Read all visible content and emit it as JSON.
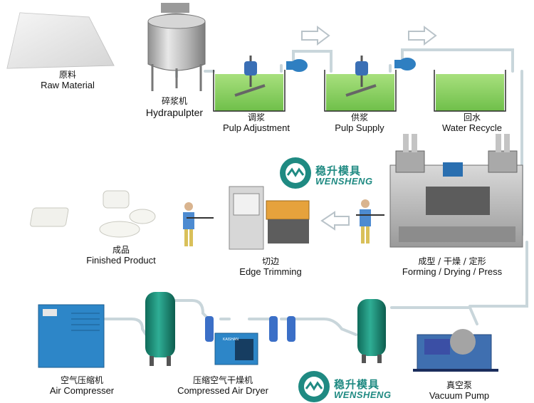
{
  "stages": {
    "raw_material": {
      "zh": "原料",
      "en": "Raw Material"
    },
    "hydrapulpter": {
      "zh": "碎浆机",
      "en": "Hydrapulpter"
    },
    "pulp_adjustment": {
      "zh": "调浆",
      "en": "Pulp Adjustment"
    },
    "pulp_supply": {
      "zh": "供浆",
      "en": "Pulp Supply"
    },
    "water_recycle": {
      "zh": "回水",
      "en": "Water Recycle"
    },
    "finished_product": {
      "zh": "成品",
      "en": "Finished Product"
    },
    "edge_trimming": {
      "zh": "切边",
      "en": "Edge Trimming"
    },
    "forming": {
      "zh": "成型 / 干燥 / 定形",
      "en": "Forming / Drying / Press"
    },
    "air_compressor": {
      "zh": "空气压缩机",
      "en": "Air Compresser"
    },
    "air_dryer": {
      "zh": "压缩空气干燥机",
      "en": "Compressed Air Dryer"
    },
    "vacuum_pump": {
      "zh": "真空泵",
      "en": "Vacuum Pump"
    }
  },
  "logos": [
    {
      "zh": "稳升模具",
      "en": "WENSHENG"
    },
    {
      "zh": "稳升模具",
      "en": "WENSHENG"
    }
  ],
  "colors": {
    "water": "#8fd46a",
    "pipe": "#c9d6db",
    "tank": "#1f8f7a",
    "brand": "#1f8a82",
    "machine": "#2a6fb0"
  }
}
